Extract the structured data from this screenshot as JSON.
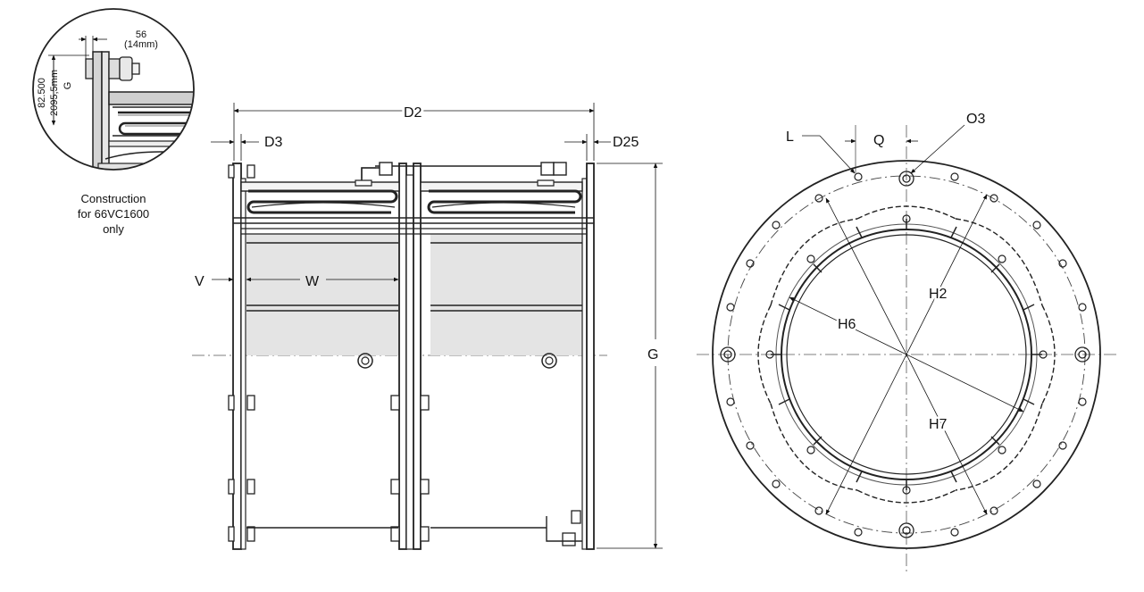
{
  "inset": {
    "dim_top": "56",
    "dim_top_sub": "(14mm)",
    "dim_left_1": "82.500",
    "dim_left_2": "2095,5mm",
    "dim_g": "G",
    "caption": [
      "Construction",
      "for 66VC1600",
      "only"
    ]
  },
  "side_view": {
    "dim_d2": "D2",
    "dim_d3": "D3",
    "dim_d25": "D25",
    "dim_v": "V",
    "dim_w": "W",
    "dim_g": "G"
  },
  "front_view": {
    "dim_l": "L",
    "dim_q": "Q",
    "dim_o3": "O3",
    "dim_h2": "H2",
    "dim_h6": "H6",
    "dim_h7": "H7"
  }
}
